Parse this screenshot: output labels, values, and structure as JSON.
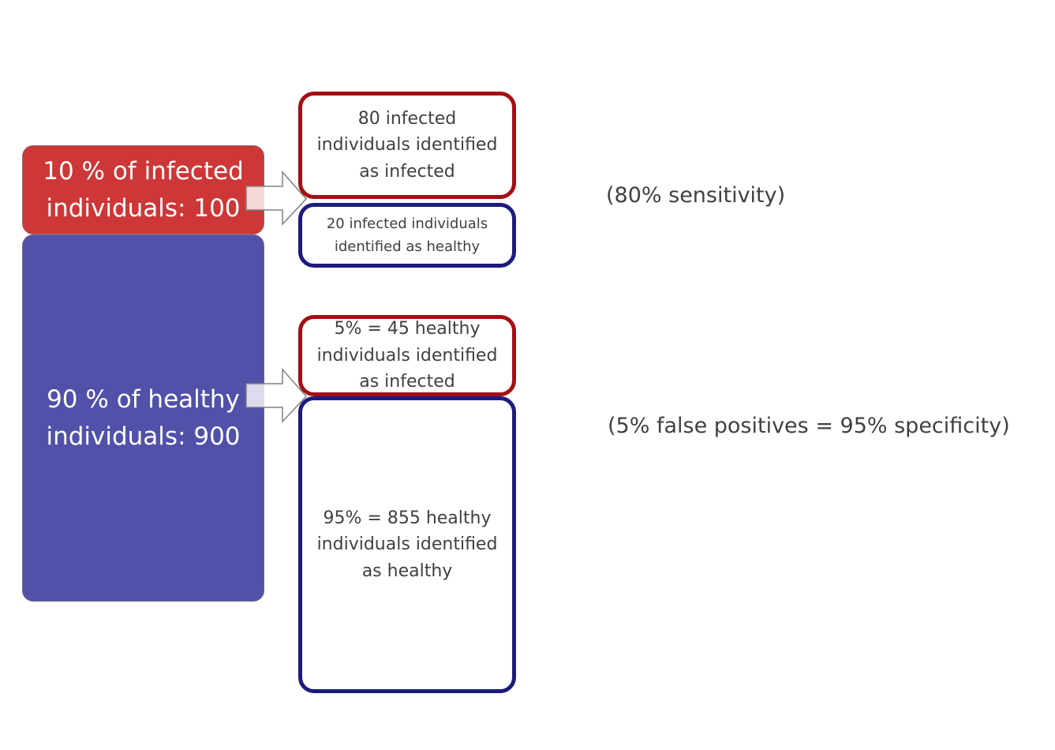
{
  "population": {
    "infected": {
      "line1": "10 % of infected",
      "line2": "individuals: 100",
      "color": "#cd3737"
    },
    "healthy": {
      "line1": "90 % of healthy",
      "line2": "individuals: 900",
      "color": "#5251a9"
    }
  },
  "results": {
    "infected_positive": "80 infected individuals identified as infected",
    "infected_negative": "20 infected individuals identified as healthy",
    "healthy_positive": "5% = 45 healthy individuals identified as infected",
    "healthy_negative": "95% = 855 healthy individuals identified as healthy"
  },
  "notes": {
    "sensitivity": "(80% sensitivity)",
    "specificity": "(5% false positives = 95% specificity)"
  },
  "colors": {
    "positive_border": "#a30f13",
    "negative_border": "#1d1b7d"
  }
}
